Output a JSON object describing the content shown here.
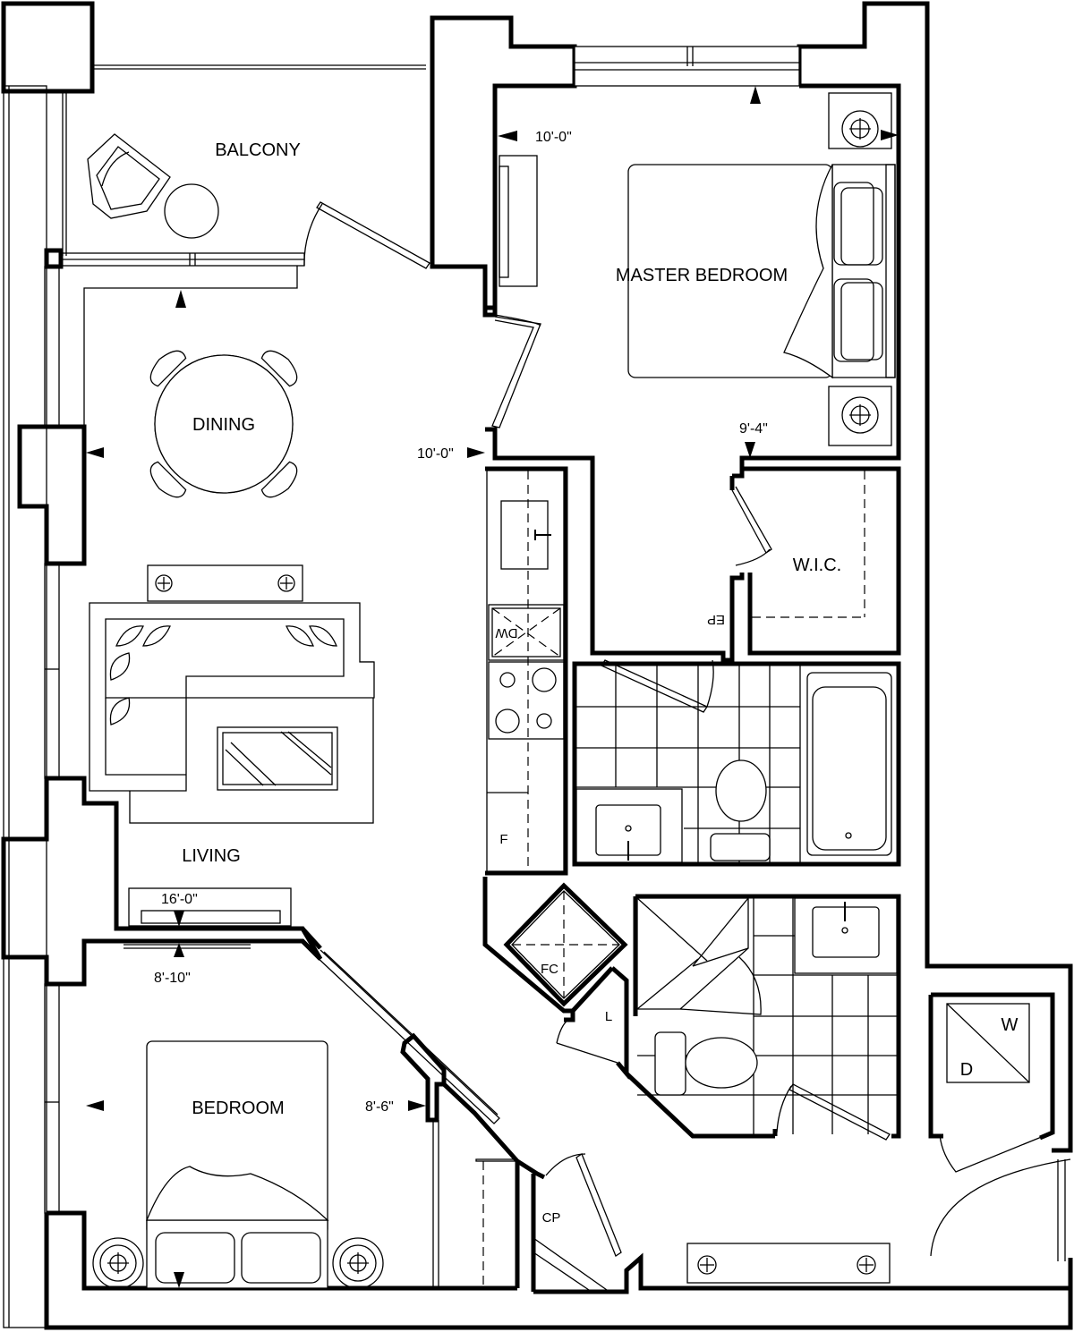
{
  "rooms": {
    "balcony": "BALCONY",
    "master_bedroom": "MASTER BEDROOM",
    "dining": "DINING",
    "living": "LIVING",
    "bedroom": "BEDROOM",
    "wic": "W.I.C."
  },
  "dimensions": {
    "master_width": "10'-0\"",
    "master_depth": "10'-0\"",
    "master_wall": "9'-4\"",
    "living_width": "16'-0\"",
    "bedroom_width": "8'-10\"",
    "bedroom_depth": "8'-6\""
  },
  "fixtures": {
    "dishwasher": "DW",
    "fridge": "F",
    "coat_closet": "CP",
    "linen_closet": "L",
    "furnace_closet": "FC",
    "electrical_panel": "EP",
    "washer": "W",
    "dryer": "D"
  }
}
